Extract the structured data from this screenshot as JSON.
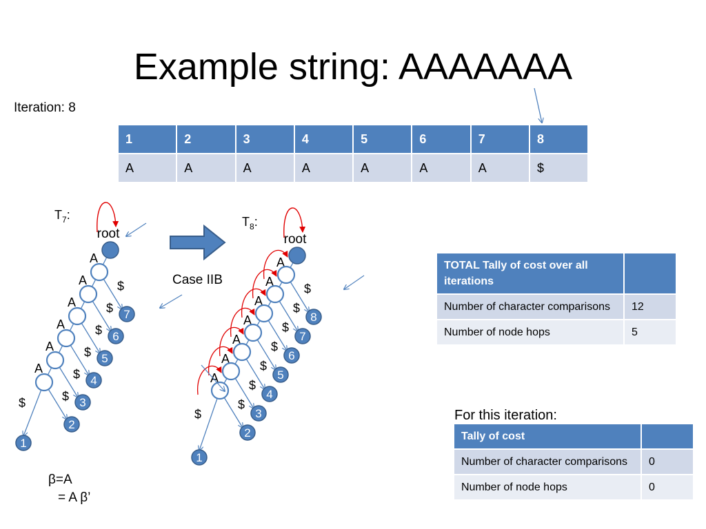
{
  "title": "Example string: AAAAAAA",
  "iteration_label": "Iteration: 8",
  "string_table": {
    "positions": [
      "1",
      "2",
      "3",
      "4",
      "5",
      "6",
      "7",
      "8"
    ],
    "chars": [
      "A",
      "A",
      "A",
      "A",
      "A",
      "A",
      "A",
      "$"
    ]
  },
  "arrow_label": "Case IIB",
  "tree_left": {
    "label": "T",
    "subscript": "7",
    "suffix": ":",
    "root_label": "root",
    "edge_label": "A",
    "terminal_label": "$",
    "leaves": [
      "1",
      "2",
      "3",
      "4",
      "5",
      "6",
      "7"
    ]
  },
  "tree_right": {
    "label": "T",
    "subscript": "8",
    "suffix": ":",
    "root_label": "root",
    "edge_label": "A",
    "terminal_label": "$",
    "leaves": [
      "1",
      "2",
      "3",
      "4",
      "5",
      "6",
      "7",
      "8"
    ]
  },
  "total_tally": {
    "header": "TOTAL Tally of cost over all iterations",
    "header_value": "",
    "rows": [
      {
        "label": "Number of character comparisons",
        "value": "12"
      },
      {
        "label": "Number of node hops",
        "value": "5"
      }
    ]
  },
  "iteration_tally": {
    "caption": "For this iteration:",
    "header": "Tally of cost",
    "header_value": "",
    "rows": [
      {
        "label": "Number of character comparisons",
        "value": "0"
      },
      {
        "label": "Number of node hops",
        "value": "0"
      }
    ]
  },
  "beta_line1": "β=A",
  "beta_line2": "= A β’",
  "colors": {
    "node_fill": "#4f81bd",
    "node_stroke": "#385d8a",
    "edge": "#4f81bd",
    "suffix_link": "#e00000",
    "table_header": "#4f81bd"
  }
}
